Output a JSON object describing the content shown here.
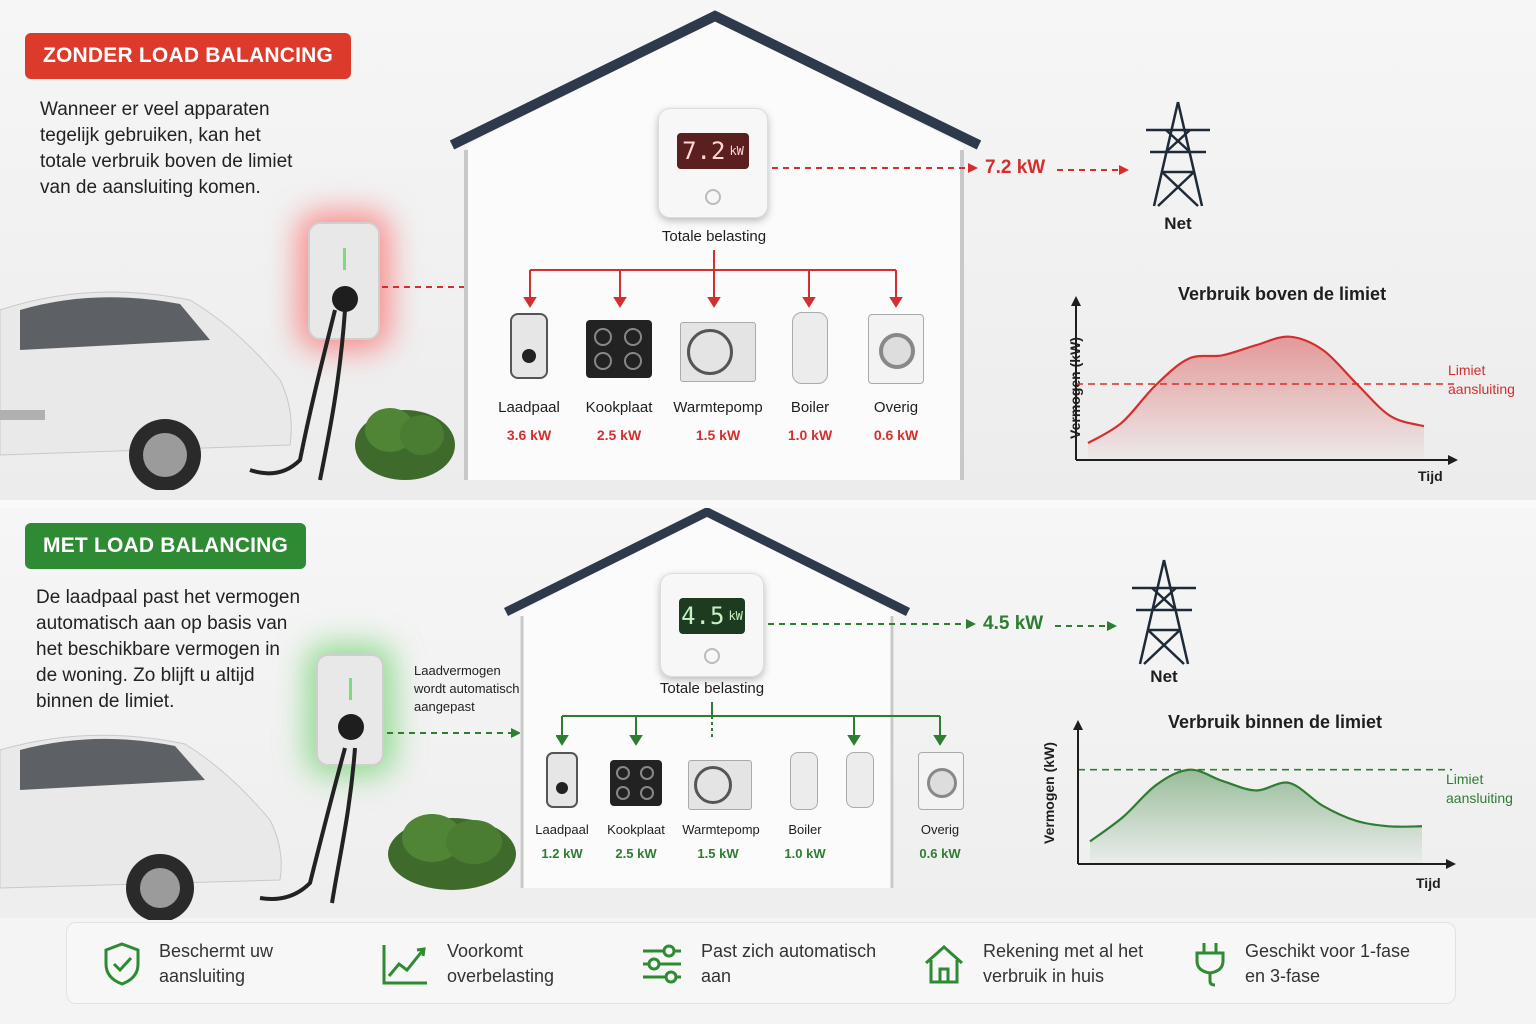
{
  "top": {
    "badge": "ZONDER LOAD BALANCING",
    "description": [
      "Wanneer er veel apparaten",
      "tegelijk gebruiken, kan het",
      "totale verbruik boven de limiet",
      "van de aansluiting komen."
    ],
    "thermostat": {
      "value": "7.2",
      "unit": "kW",
      "label": "Totale belasting"
    },
    "grid_value": "7.2 kW",
    "grid_label": "Net",
    "appliances": [
      {
        "name": "Laadpaal",
        "power": "3.6 kW",
        "icon": "charger-icon"
      },
      {
        "name": "Kookplaat",
        "power": "2.5 kW",
        "icon": "cooktop-icon"
      },
      {
        "name": "Warmtepomp",
        "power": "1.5 kW",
        "icon": "heatpump-icon"
      },
      {
        "name": "Boiler",
        "power": "1.0 kW",
        "icon": "boiler-icon"
      },
      {
        "name": "Overig",
        "power": "0.6 kW",
        "icon": "washing-machine-icon"
      }
    ],
    "accent": "#d32f2f"
  },
  "bottom": {
    "badge": "MET LOAD BALANCING",
    "description": [
      "De laadpaal past het vermogen",
      "automatisch aan op basis van",
      "het beschikbare vermogen in",
      "de woning. Zo blijft u altijd",
      "binnen de limiet."
    ],
    "charger_note": [
      "Laadvermogen",
      "wordt automatisch",
      "aangepast"
    ],
    "thermostat": {
      "value": "4.5",
      "unit": "kW",
      "label": "Totale belasting"
    },
    "grid_value": "4.5 kW",
    "grid_label": "Net",
    "appliances": [
      {
        "name": "Laadpaal",
        "power": "1.2 kW",
        "icon": "charger-icon"
      },
      {
        "name": "Kookplaat",
        "power": "2.5 kW",
        "icon": "cooktop-icon"
      },
      {
        "name": "Warmtepomp",
        "power": "1.5 kW",
        "icon": "heatpump-icon"
      },
      {
        "name": "Boiler",
        "power": "1.0 kW",
        "icon": "boiler-icon"
      },
      {
        "name": "Overig",
        "power": "0.6 kW",
        "icon": "washing-machine-icon"
      }
    ],
    "accent": "#2e7d32"
  },
  "chart_data": [
    {
      "type": "area",
      "title": "Verbruik boven de limiet",
      "xlabel": "Tijd",
      "ylabel": "Vermogen (kW)",
      "limit_label": [
        "Limiet",
        "aansluiting"
      ],
      "x": [
        0,
        1,
        2,
        3,
        4,
        5,
        6,
        7,
        8,
        9,
        10
      ],
      "values": [
        1.0,
        2.2,
        4.4,
        6.0,
        6.2,
        6.8,
        7.3,
        6.5,
        4.5,
        2.6,
        2.0
      ],
      "limit": 4.5,
      "ylim": [
        0,
        9
      ],
      "color": "#d32f2f"
    },
    {
      "type": "area",
      "title": "Verbruik binnen de limiet",
      "xlabel": "Tijd",
      "ylabel": "Vermogen (kW)",
      "limit_label": [
        "Limiet",
        "aansluiting"
      ],
      "x": [
        0,
        1,
        2,
        3,
        4,
        5,
        6,
        7,
        8,
        9,
        10
      ],
      "values": [
        1.2,
        2.5,
        4.2,
        5.0,
        4.4,
        3.9,
        4.3,
        3.1,
        2.3,
        2.0,
        2.0
      ],
      "limit": 5.0,
      "ylim": [
        0,
        7
      ],
      "color": "#2e7d32"
    }
  ],
  "benefits": [
    {
      "icon": "shield-check-icon",
      "text": [
        "Beschermt uw",
        "aansluiting"
      ]
    },
    {
      "icon": "trend-chart-icon",
      "text": [
        "Voorkomt",
        "overbelasting"
      ]
    },
    {
      "icon": "sliders-icon",
      "text": [
        "Past zich automatisch",
        "aan"
      ]
    },
    {
      "icon": "house-icon",
      "text": [
        "Rekening met al het",
        "verbruik in huis"
      ]
    },
    {
      "icon": "plug-icon",
      "text": [
        "Geschikt voor 1-fase",
        "en 3-fase"
      ]
    }
  ]
}
